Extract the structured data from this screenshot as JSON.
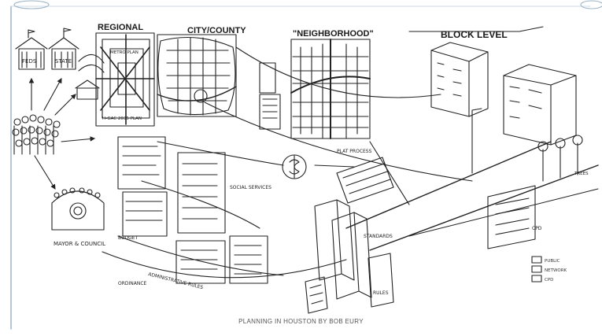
{
  "sketch": {
    "level_labels": {
      "regional": "REGIONAL",
      "city_county": "CITY/COUNTY",
      "neighborhood": "\"NEIGHBORHOOD\"",
      "block_level": "BLOCK LEVEL"
    },
    "labels": {
      "feds": "FEDS",
      "state": "STATE",
      "mayor_council": "MAYOR & COUNCIL",
      "budget": "BUDGET",
      "ordinance": "ORDINANCE",
      "administrative_rules": "ADMINISTRATIVE RULES",
      "hgac_plan": "H-GAC 2035 PLAN",
      "metro_plan": "METRO PLAN",
      "social_services": "SOCIAL SERVICES",
      "plat_process": "PLAT PROCESS",
      "standards": "STANDARDS",
      "rules": "RULES",
      "legend_1": "PUBLIC",
      "legend_2": "NETWORK",
      "legend_3": "CPD",
      "cpd": "CPD",
      "trees": "TREES"
    },
    "caption": "PLANNING IN HOUSTON BY BOB EURY"
  }
}
